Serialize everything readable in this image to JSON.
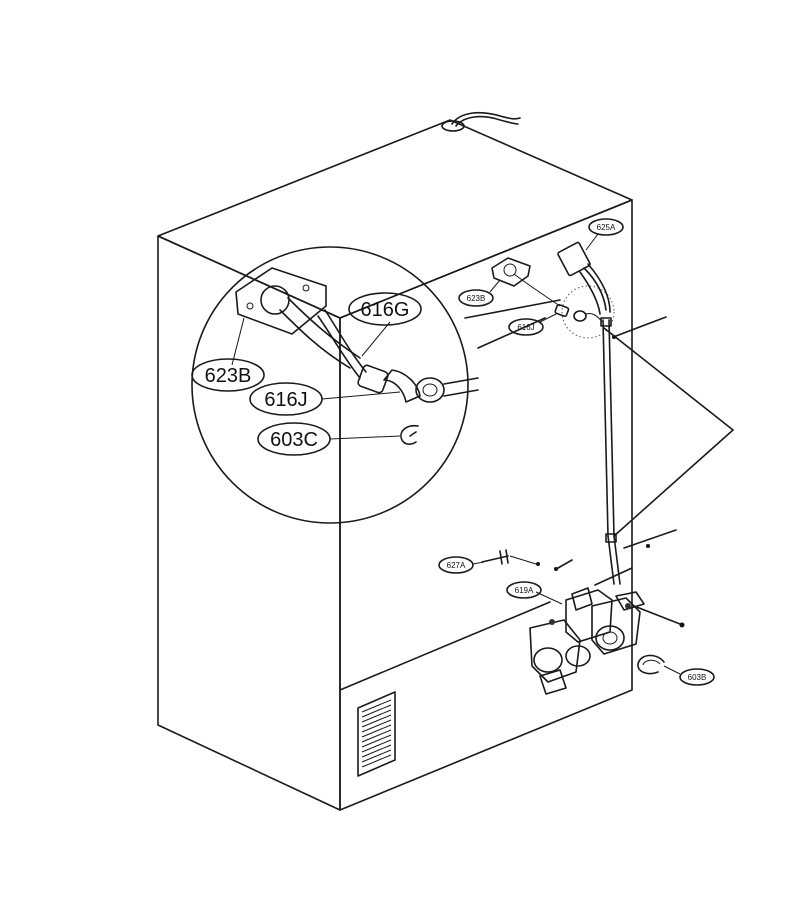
{
  "detail_callout": {
    "labels": {
      "label_623b": "623B",
      "label_616g": "616G",
      "label_616j": "616J",
      "label_603c": "603C"
    }
  },
  "main_view": {
    "labels": {
      "label_625a": "625A",
      "label_623b": "623B",
      "label_616j": "616J",
      "label_627a": "627A",
      "label_619a": "619A",
      "label_603b": "603B"
    }
  }
}
